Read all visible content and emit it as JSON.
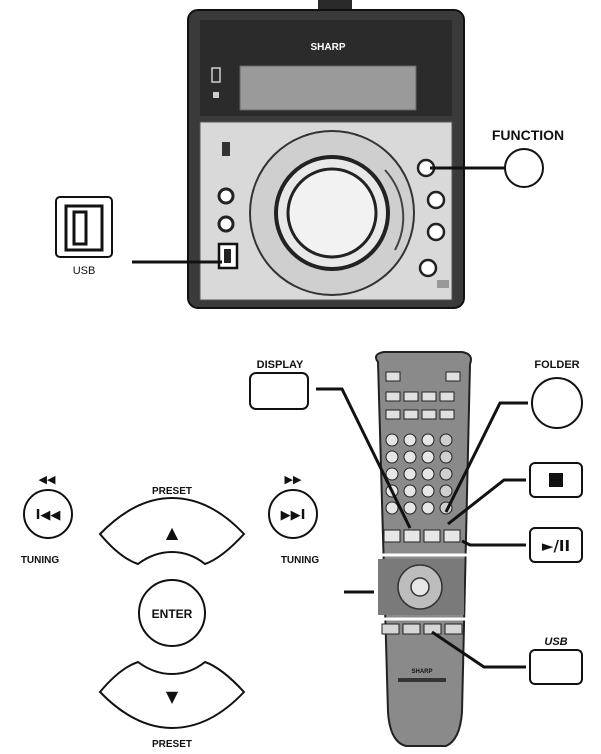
{
  "unit": {
    "brand": "SHARP",
    "function_label": "FUNCTION",
    "usb_label": "USB"
  },
  "remote": {
    "brand": "SHARP",
    "labels": {
      "display": "DISPLAY",
      "folder": "FOLDER",
      "stop_glyph": "■",
      "play_pause": "►/II",
      "usb": "USB",
      "preset_top": "PRESET",
      "preset_bottom": "PRESET",
      "enter": "ENTER",
      "tuning_left": "TUNING",
      "tuning_right": "TUNING",
      "rewind_glyph": "◀◀",
      "fastforward_glyph": "▶▶",
      "prev_glyph": "I◀◀",
      "next_glyph": "▶▶I",
      "up_glyph": "▲",
      "down_glyph": "▼"
    }
  },
  "colors": {
    "outline": "#222222",
    "body_dark": "#3a3a3a",
    "panel_light": "#d9d9d9",
    "remote_body": "#8a8a8a",
    "key_light": "#e6e6e6",
    "accent": "#ffffff"
  },
  "icons": [
    "usb-port-icon",
    "stop-icon",
    "play-pause-icon",
    "previous-track-icon",
    "next-track-icon",
    "up-arrow-icon",
    "down-arrow-icon",
    "rewind-icon",
    "fast-forward-icon"
  ]
}
